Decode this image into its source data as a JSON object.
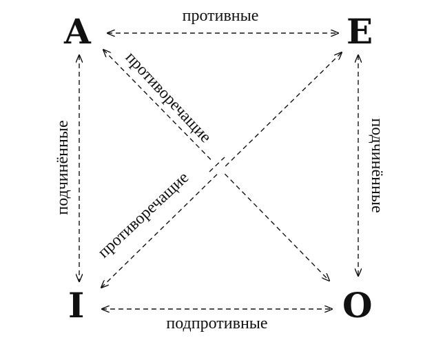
{
  "corners": {
    "top_left": "A",
    "top_right": "E",
    "bottom_left": "I",
    "bottom_right": "O"
  },
  "relations": {
    "top": "противные",
    "bottom": "подпротивные",
    "left": "подчинённые",
    "right": "подчинённые",
    "diagonal_a_to_o": "противоречащие",
    "diagonal_i_to_e": "противоречащие"
  },
  "colors": {
    "ink": "#111111",
    "background": "#ffffff"
  }
}
